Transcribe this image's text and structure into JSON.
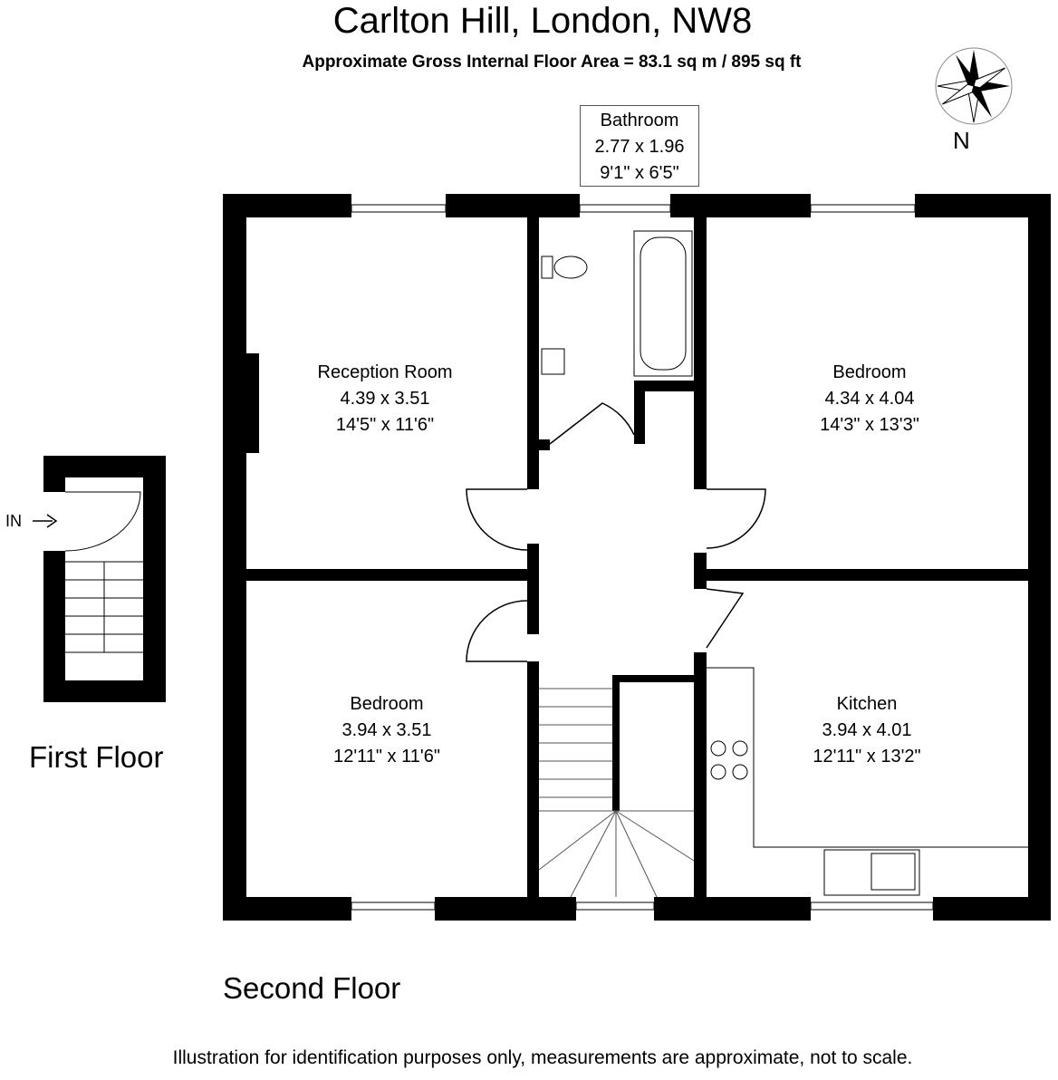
{
  "header": {
    "title": "Carlton Hill, London, NW8",
    "subtitle": "Approximate Gross Internal Floor Area = 83.1 sq m / 895 sq ft"
  },
  "compass": {
    "label": "N"
  },
  "rooms": {
    "bathroom": {
      "name": "Bathroom",
      "metric": "2.77 x 1.96",
      "imperial": "9'1\" x 6'5\""
    },
    "reception": {
      "name": "Reception Room",
      "metric": "4.39 x 3.51",
      "imperial": "14'5\" x 11'6\""
    },
    "bedroom1": {
      "name": "Bedroom",
      "metric": "4.34 x 4.04",
      "imperial": "14'3\" x 13'3\""
    },
    "bedroom2": {
      "name": "Bedroom",
      "metric": "3.94 x 3.51",
      "imperial": "12'11\" x 11'6\""
    },
    "kitchen": {
      "name": "Kitchen",
      "metric": "3.94 x 4.01",
      "imperial": "12'11\" x 13'2\""
    }
  },
  "floors": {
    "first": "First Floor",
    "second": "Second Floor",
    "entrance": "IN"
  },
  "footer": "Illustration for identification purposes only, measurements are approximate, not to scale."
}
